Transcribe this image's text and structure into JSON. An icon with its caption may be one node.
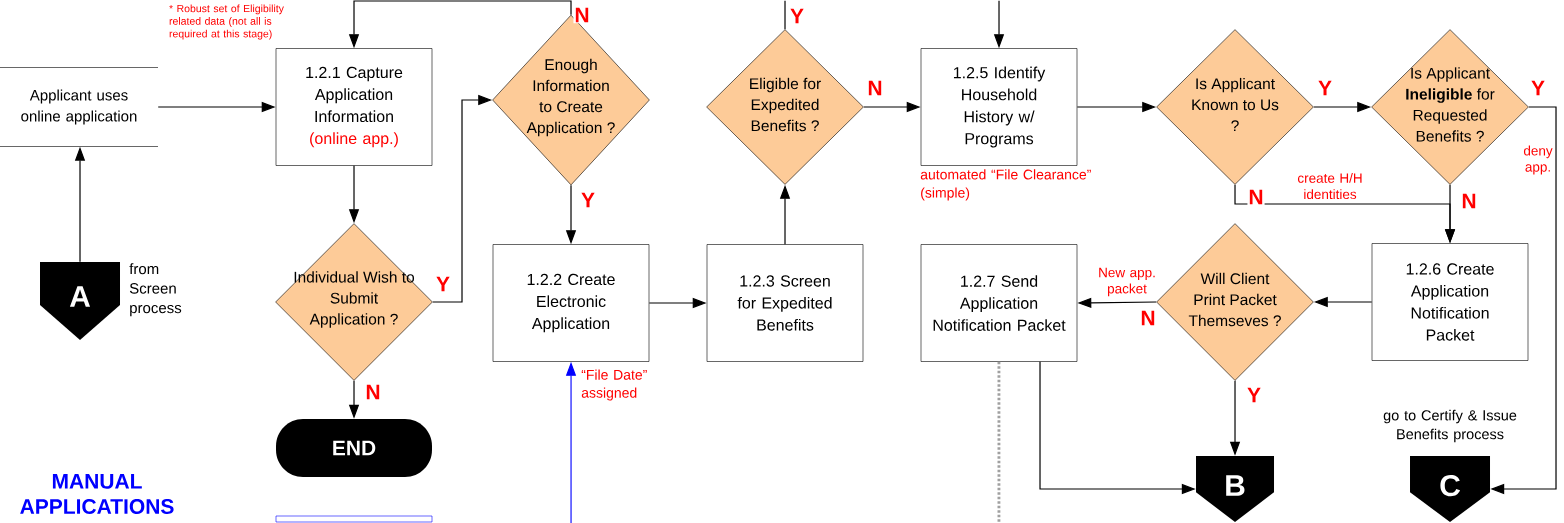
{
  "diagram": {
    "nodes": [
      {
        "text": [
          "Applicant uses online application"
        ]
      },
      {
        "text": [
          "1.2.1 Capture Application Information",
          "(online app.)"
        ]
      },
      {
        "text": [
          "Enough Information to Create Application ?"
        ]
      },
      {
        "text": [
          "Eligible for Expedited Benefits ?"
        ]
      },
      {
        "text": [
          "1.2.5 Identify Household History w/ Programs"
        ],
        "beside": [
          "automated “File Clearance” (simple)"
        ]
      },
      {
        "text": [
          "Is Applicant Known to Us ?"
        ]
      },
      {
        "text": [
          "Is Applicant **Ineligible** for Requested Benefits ?"
        ]
      },
      {
        "text": [
          "A"
        ],
        "beside": [
          "from Screen process"
        ]
      },
      {
        "text": [
          "Individual Wish to Submit Application ?"
        ]
      },
      {
        "text": [
          "1.2.2 Create Electronic Application"
        ]
      },
      {
        "text": [
          "1.2.3 Screen for Expedited Benefits"
        ]
      },
      {
        "text": [
          "Will Client Print Packet Themseves ?"
        ]
      },
      {
        "text": [
          "1.2.7 Send Application Notification Packet"
        ]
      },
      {
        "text": [
          "1.2.6 Create Application Notification Packet"
        ]
      },
      {
        "text": [
          "END"
        ]
      },
      {
        "text": [
          "B"
        ]
      },
      {
        "text": [
          "C"
        ],
        "beside": [
          "go to Certify & Issue Benefits process"
        ]
      },
      {
        "text": [],
        "shape": "box"
      }
    ],
    "edges": [
      {
        "from": 0,
        "to": 1,
        "arrow": "to"
      },
      {
        "from": 7,
        "to": 0,
        "arrow": "to"
      },
      {
        "from": 1,
        "to": 8,
        "arrow": "to"
      },
      {
        "from": 8,
        "to": 2,
        "arrow": "to",
        "label": "Y"
      },
      {
        "from": 8,
        "to": 14,
        "arrow": "to",
        "label": "N"
      },
      {
        "from": 2,
        "to": 1,
        "arrow": "to",
        "label": "N"
      },
      {
        "from": 2,
        "to": 9,
        "arrow": "to",
        "label": "Y"
      },
      {
        "from": 9,
        "to": 10,
        "arrow": "to"
      },
      {
        "from": 10,
        "to": 3,
        "arrow": "to"
      },
      {
        "from": 3,
        "to": null,
        "arrow": "none",
        "label": "Y"
      },
      {
        "from": null,
        "to": 4,
        "arrow": "to"
      },
      {
        "from": 3,
        "to": 4,
        "arrow": "to",
        "label": "N"
      },
      {
        "from": 4,
        "to": 5,
        "arrow": "to"
      },
      {
        "from": 5,
        "to": 6,
        "arrow": "to",
        "label": "Y"
      },
      {
        "from": 5,
        "to": 13,
        "arrow": "to",
        "label": "N"
      },
      {
        "from": 6,
        "to": 13,
        "arrow": "to",
        "label": "N"
      },
      {
        "from": 6,
        "to": 16,
        "arrow": "to",
        "label": "Y"
      },
      {
        "from": 13,
        "to": 11,
        "arrow": "to"
      },
      {
        "from": 11,
        "to": 12,
        "arrow": "to",
        "label": "N"
      },
      {
        "from": 11,
        "to": 15,
        "arrow": "to",
        "label": "Y"
      },
      {
        "from": 12,
        "to": 15,
        "arrow": "to"
      },
      {
        "from": null,
        "to": 9,
        "arrow": "to",
        "label": "“File Date” assigned",
        "color": "#0000ff"
      },
      {
        "from": 12,
        "to": null,
        "arrow": "none",
        "style": "dashed",
        "color": "#a0a0a0"
      }
    ],
    "labels": [
      "* Robust set of Eligibility related data (not all is required at this stage)",
      "create H/H identities",
      "deny app.",
      "New app. packet",
      "MANUAL APPLICATIONS"
    ]
  }
}
